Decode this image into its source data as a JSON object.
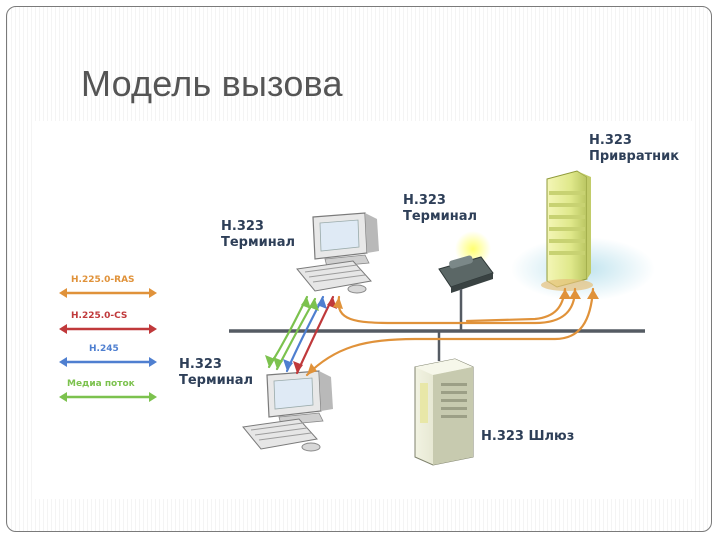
{
  "title": "Модель вызова",
  "nodes": {
    "gatekeeper": {
      "line1": "H.323",
      "line2": "Привратник"
    },
    "terminal_phone": {
      "line1": "H.323",
      "line2": "Терминал"
    },
    "terminal_top": {
      "line1": "H.323",
      "line2": "Терминал"
    },
    "terminal_bottom": {
      "line1": "H.323",
      "line2": "Терминал"
    },
    "gateway": {
      "label": "H.323 Шлюз"
    }
  },
  "legend": [
    {
      "label": "H.225.0-RAS",
      "color": "#e0923a"
    },
    {
      "label": "H.225.0-CS",
      "color": "#c0393b"
    },
    {
      "label": "H.245",
      "color": "#4f7fd0"
    },
    {
      "label": "Медиа поток",
      "color": "#7cc24e"
    }
  ]
}
